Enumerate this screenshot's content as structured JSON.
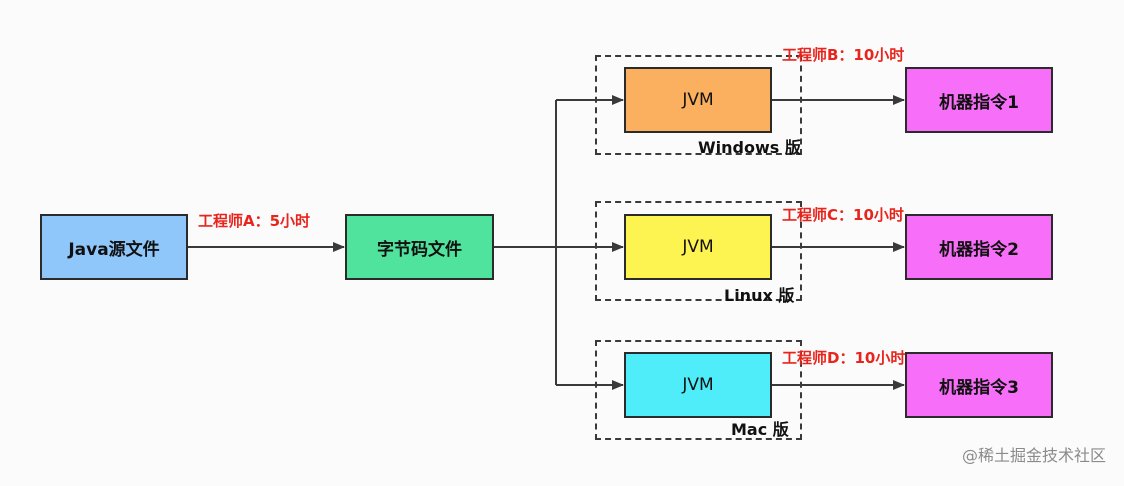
{
  "nodes": {
    "java_source": "Java源文件",
    "bytecode": "字节码文件",
    "jvm_windows": "JVM",
    "jvm_linux": "JVM",
    "jvm_mac": "JVM",
    "machine1": "机器指令1",
    "machine2": "机器指令2",
    "machine3": "机器指令3"
  },
  "labels": {
    "engineer_a": "工程师A：5小时",
    "engineer_b": "工程师B：10小时",
    "engineer_c": "工程师C：10小时",
    "engineer_d": "工程师D：10小时"
  },
  "platforms": {
    "windows": "Windows 版",
    "linux": "Linux 版",
    "mac": "Mac 版"
  },
  "watermark": "@稀土掘金技术社区",
  "colors": {
    "java_source": "#8fc7fb",
    "bytecode": "#4fe39e",
    "jvm_windows": "#fbb05f",
    "jvm_linux": "#fdf351",
    "jvm_mac": "#4fedfa",
    "machine": "#f76ef9",
    "engineer_label": "#e8251c"
  }
}
